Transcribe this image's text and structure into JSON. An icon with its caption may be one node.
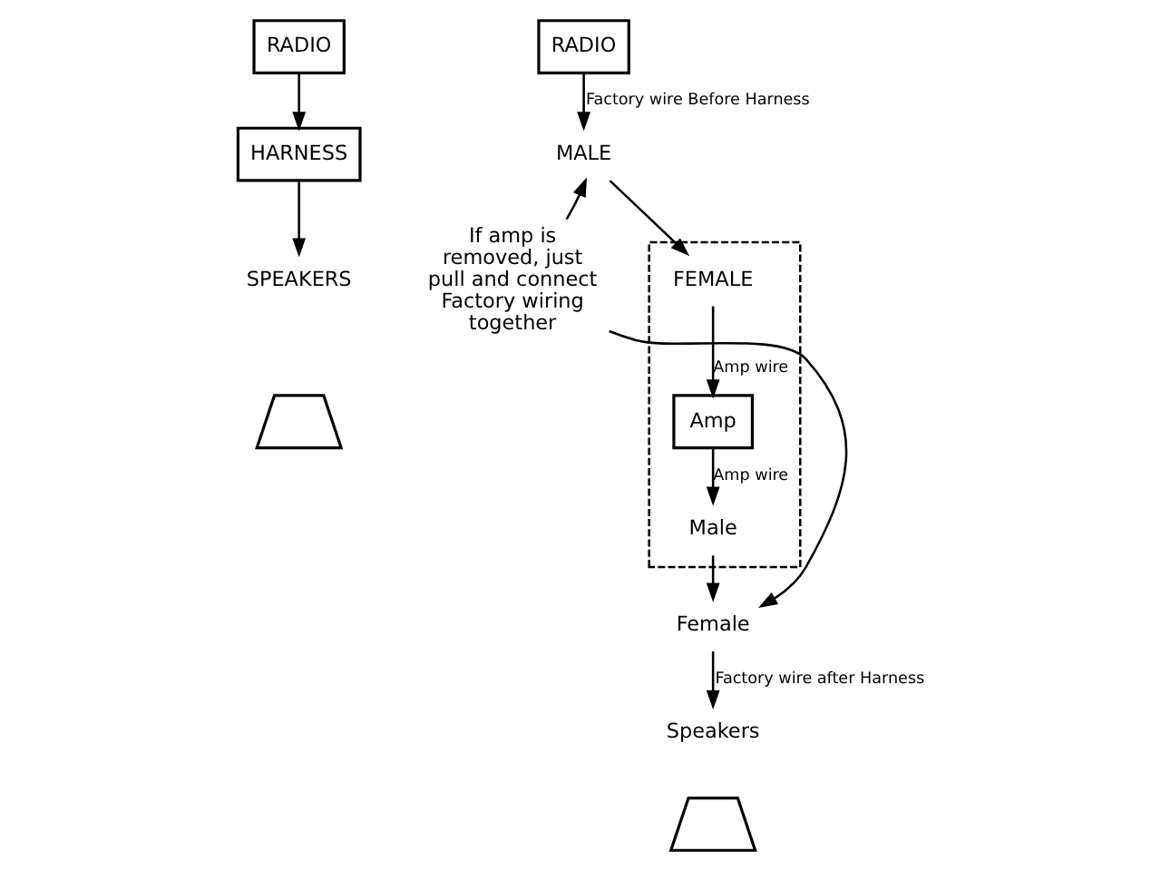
{
  "diagram": {
    "nodes": [
      {
        "text": [
          "RADIO"
        ]
      },
      {
        "text": [
          "HARNESS"
        ]
      },
      {
        "text": [
          "SPEAKERS"
        ]
      },
      {
        "text": [],
        "shape": "trapezoid"
      },
      {
        "text": [
          "RADIO"
        ]
      },
      {
        "text": [
          "MALE"
        ]
      },
      {
        "text": [],
        "shape": "box"
      },
      {
        "text": [
          "FEMALE"
        ],
        "in": 6
      },
      {
        "text": [
          "Amp"
        ],
        "in": 6
      },
      {
        "text": [
          "Male"
        ],
        "in": 6
      },
      {
        "text": [
          "Female"
        ]
      },
      {
        "text": [
          "Speakers"
        ]
      },
      {
        "text": [],
        "shape": "trapezoid"
      },
      {
        "text": [
          "If amp is removed, just pull and connect Factory wiring together"
        ]
      }
    ],
    "edges": [
      {
        "from": 0,
        "to": 1,
        "arrow": "to"
      },
      {
        "from": 1,
        "to": 2,
        "arrow": "to"
      },
      {
        "from": 4,
        "to": 5,
        "arrow": "to",
        "label": "Factory wire Before Harness"
      },
      {
        "from": 5,
        "to": 7,
        "arrow": "to"
      },
      {
        "from": 7,
        "to": 8,
        "arrow": "to",
        "label": "Amp wire"
      },
      {
        "from": 8,
        "to": 9,
        "arrow": "to",
        "label": "Amp wire"
      },
      {
        "from": 9,
        "to": 10,
        "arrow": "to"
      },
      {
        "from": 10,
        "to": 11,
        "arrow": "to",
        "label": "Factory wire after Harness"
      },
      {
        "from": 13,
        "to": 5,
        "arrow": "to"
      },
      {
        "from": 13,
        "to": 10,
        "arrow": "to"
      }
    ]
  }
}
